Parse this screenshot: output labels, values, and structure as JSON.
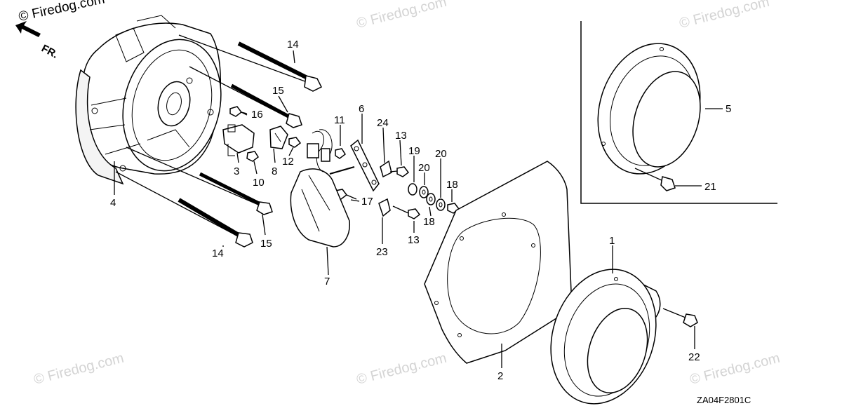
{
  "watermark": "© Firedog.com",
  "front_indicator": "FR.",
  "diagram_code": "ZA04F2801C",
  "callouts": {
    "c1": "1",
    "c2": "2",
    "c3": "3",
    "c4": "4",
    "c5": "5",
    "c6": "6",
    "c7": "7",
    "c8": "8",
    "c10": "10",
    "c11": "11",
    "c12": "12",
    "c13a": "13",
    "c13b": "13",
    "c14a": "14",
    "c14b": "14",
    "c15a": "15",
    "c15b": "15",
    "c16": "16",
    "c17": "17",
    "c18a": "18",
    "c18b": "18",
    "c19": "19",
    "c20a": "20",
    "c20b": "20",
    "c21": "21",
    "c22": "22",
    "c23": "23",
    "c24": "24"
  }
}
